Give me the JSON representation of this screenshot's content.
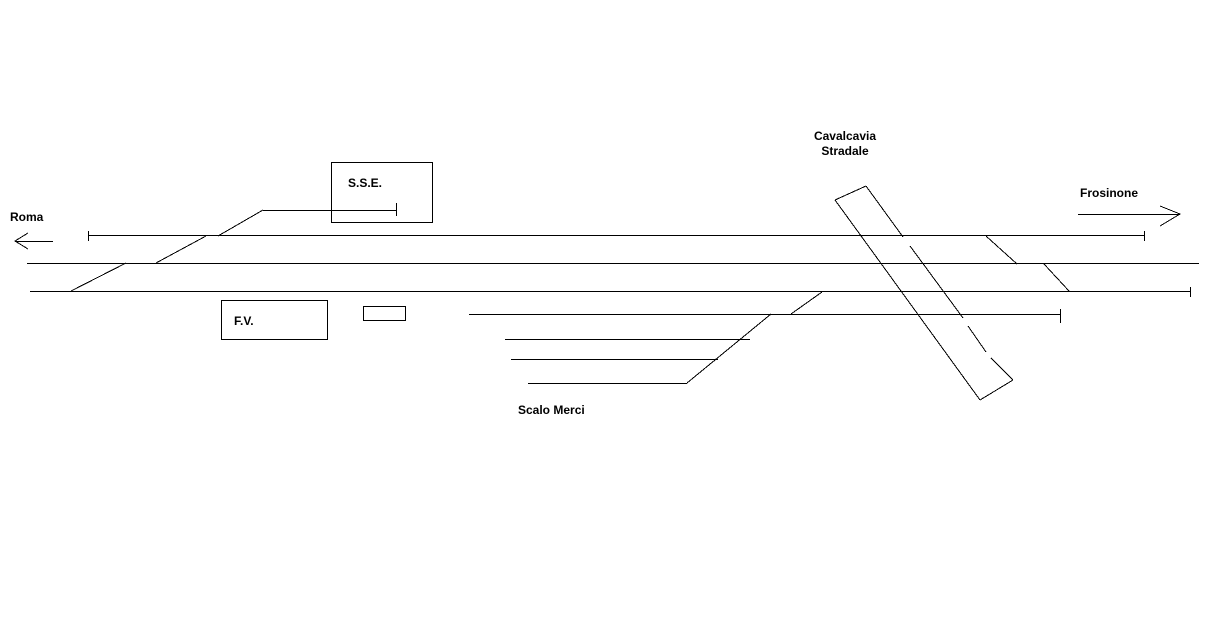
{
  "labels": {
    "roma": "Roma",
    "frosinone": "Frosinone",
    "sse": "S.S.E.",
    "fv": "F.V.",
    "scalo_merci": "Scalo Merci",
    "cavalcavia_line1": "Cavalcavia",
    "cavalcavia_line2": "Stradale"
  },
  "colors": {
    "background": "#ffffff",
    "ink": "#000000"
  }
}
